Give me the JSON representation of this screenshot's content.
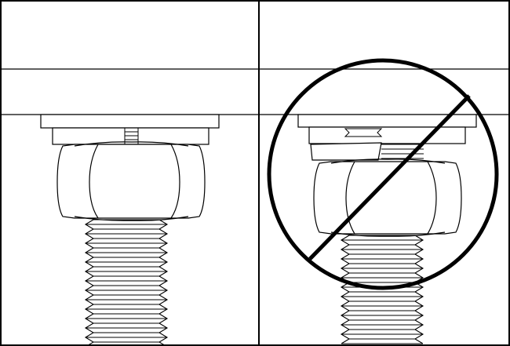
{
  "diagram": {
    "panels": [
      {
        "id": "correct",
        "status": "correct",
        "prohibition_symbol": false
      },
      {
        "id": "incorrect",
        "status": "incorrect",
        "prohibition_symbol": true
      }
    ],
    "colors": {
      "line": "#000000",
      "background": "#ffffff"
    },
    "icons": [
      "hex-nut-icon",
      "bolt-thread-icon",
      "washer-icon",
      "prohibition-icon"
    ]
  }
}
